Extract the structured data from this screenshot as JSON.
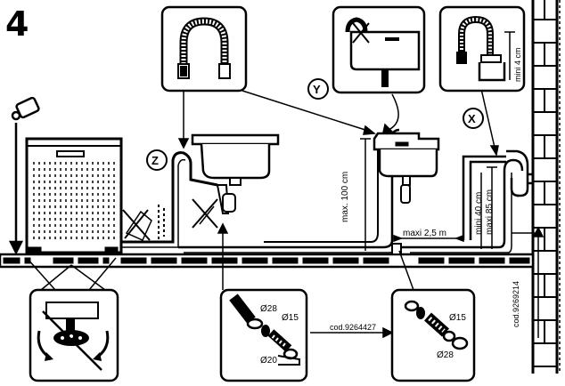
{
  "step_number": "4",
  "markers": {
    "z": "Z",
    "y": "Y",
    "x": "X"
  },
  "dimensions": {
    "max_height": "max. 100 cm",
    "maxi_length": "maxi 2,5 m",
    "mini_40": "mini 40 cm",
    "maxi_85": "maxi 85 cm",
    "mini_4": "mini 4 cm"
  },
  "diameters": {
    "d28_left": "Ø28",
    "d15_left": "Ø15",
    "d20": "Ø20",
    "d15_right": "Ø15",
    "d28_right": "Ø28"
  },
  "codes": {
    "kit_left": "cod.9264427",
    "kit_right": "cod.9269214"
  },
  "colors": {
    "ink": "#000000",
    "paper": "#ffffff"
  }
}
